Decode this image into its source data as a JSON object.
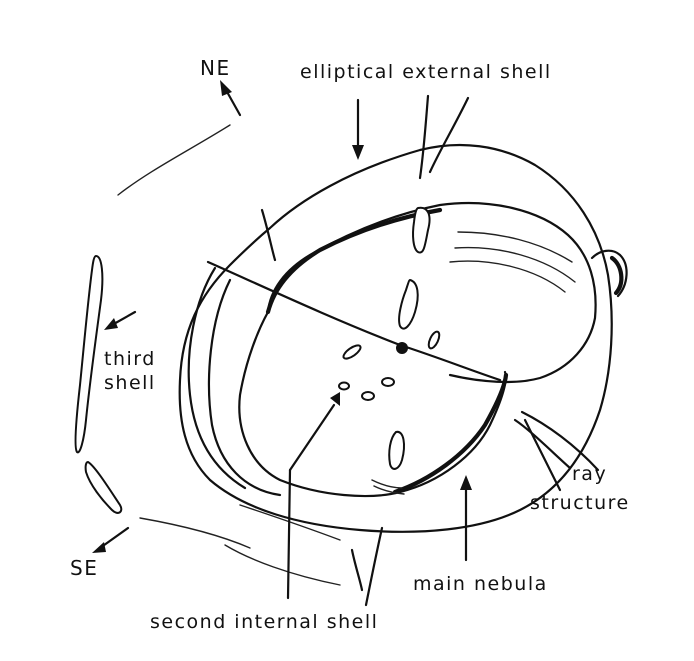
{
  "labels": {
    "ne": "NE",
    "se": "SE",
    "elliptical_external_shell": "elliptical external shell",
    "third_shell_line1": "third",
    "third_shell_line2": "shell",
    "ray_line1": "ray",
    "ray_line2": "structure",
    "main_nebula": "main nebula",
    "second_internal_shell": "second internal shell"
  },
  "colors": {
    "ink": "#111111",
    "background": "#ffffff"
  }
}
